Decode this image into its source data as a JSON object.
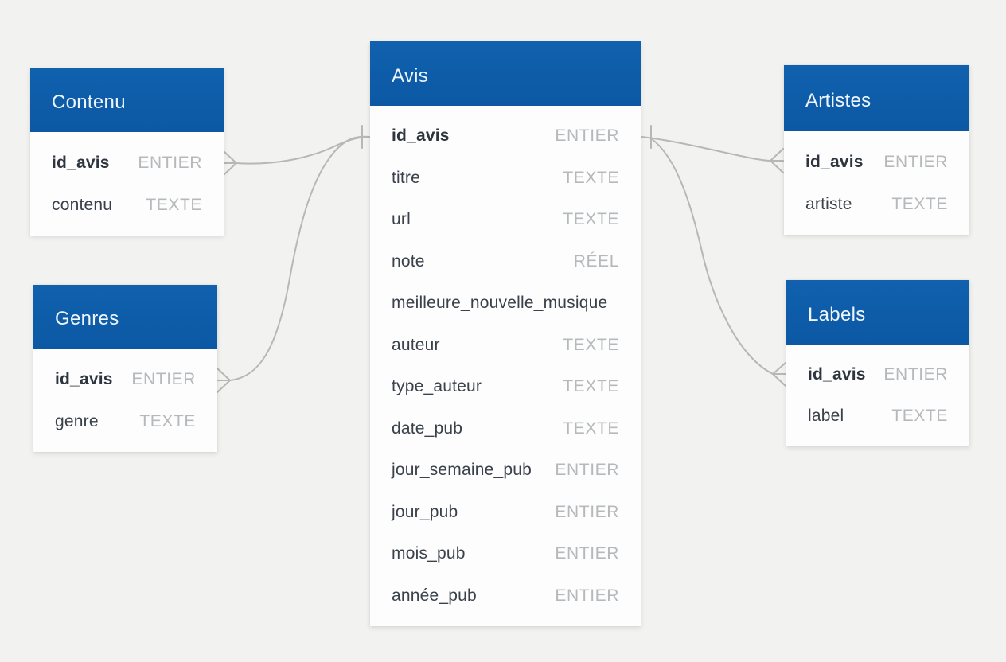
{
  "diagram": {
    "title": "Database schema diagram",
    "colors": {
      "background": "#f2f2f0",
      "entity_header": "#0d5ca9",
      "entity_header_text": "#eef5fc",
      "entity_body": "#fdfdfd",
      "field_name": "#3a414b",
      "field_name_key": "#2e353e",
      "field_type": "#b6b9bc",
      "relationship_line": "#b7b7b7"
    }
  },
  "entities": [
    {
      "name": "Contenu",
      "fields": [
        {
          "name": "id_avis",
          "type": "ENTIER",
          "key": true
        },
        {
          "name": "contenu",
          "type": "TEXTE",
          "key": false
        }
      ]
    },
    {
      "name": "Genres",
      "fields": [
        {
          "name": "id_avis",
          "type": "ENTIER",
          "key": true
        },
        {
          "name": "genre",
          "type": "TEXTE",
          "key": false
        }
      ]
    },
    {
      "name": "Avis",
      "fields": [
        {
          "name": "id_avis",
          "type": "ENTIER",
          "key": true
        },
        {
          "name": "titre",
          "type": "TEXTE",
          "key": false
        },
        {
          "name": "url",
          "type": "TEXTE",
          "key": false
        },
        {
          "name": "note",
          "type": "RÉEL",
          "key": false
        },
        {
          "name": "meilleure_nouvelle_musique",
          "type": "",
          "key": false
        },
        {
          "name": "auteur",
          "type": "TEXTE",
          "key": false
        },
        {
          "name": "type_auteur",
          "type": "TEXTE",
          "key": false
        },
        {
          "name": "date_pub",
          "type": "TEXTE",
          "key": false
        },
        {
          "name": "jour_semaine_pub",
          "type": "ENTIER",
          "key": false
        },
        {
          "name": "jour_pub",
          "type": "ENTIER",
          "key": false
        },
        {
          "name": "mois_pub",
          "type": "ENTIER",
          "key": false
        },
        {
          "name": "année_pub",
          "type": "ENTIER",
          "key": false
        }
      ]
    },
    {
      "name": "Artistes",
      "fields": [
        {
          "name": "id_avis",
          "type": "ENTIER",
          "key": true
        },
        {
          "name": "artiste",
          "type": "TEXTE",
          "key": false
        }
      ]
    },
    {
      "name": "Labels",
      "fields": [
        {
          "name": "id_avis",
          "type": "ENTIER",
          "key": true
        },
        {
          "name": "label",
          "type": "TEXTE",
          "key": false
        }
      ]
    }
  ],
  "relationships": [
    {
      "from": "Contenu.id_avis",
      "to": "Avis.id_avis",
      "from_cardinality": "many",
      "to_cardinality": "one"
    },
    {
      "from": "Genres.id_avis",
      "to": "Avis.id_avis",
      "from_cardinality": "many",
      "to_cardinality": "one"
    },
    {
      "from": "Artistes.id_avis",
      "to": "Avis.id_avis",
      "from_cardinality": "many",
      "to_cardinality": "one"
    },
    {
      "from": "Labels.id_avis",
      "to": "Avis.id_avis",
      "from_cardinality": "many",
      "to_cardinality": "one"
    }
  ]
}
